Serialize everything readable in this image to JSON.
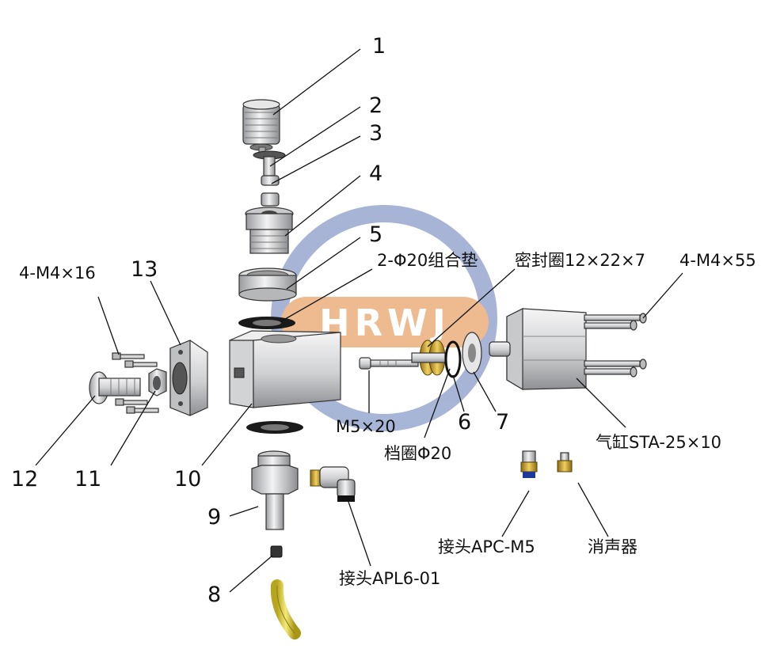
{
  "watermark": {
    "text": "HRWJ",
    "ring_color": "#8a9cc8",
    "band_color": "#e9a36a"
  },
  "part_numbers": {
    "n1": "1",
    "n2": "2",
    "n3": "3",
    "n4": "4",
    "n5": "5",
    "n6": "6",
    "n7": "7",
    "n8": "8",
    "n9": "9",
    "n10": "10",
    "n11": "11",
    "n12": "12",
    "n13": "13"
  },
  "labels": {
    "screws_left": "4-M4×16",
    "washer_combo": "2-Φ20组合垫",
    "seal_ring": "密封圈12×22×7",
    "screws_right": "4-M4×55",
    "screw_m5": "M5×20",
    "retaining_ring": "档圈Φ20",
    "cylinder": "气缸STA-25×10",
    "fitting_apc": "接头APC-M5",
    "muffler": "消声器",
    "fitting_apl": "接头APL6-01"
  },
  "colors": {
    "metal": "#d9dadb",
    "metal_dark": "#8e9093",
    "gasket": "#1a1a1a",
    "brass": "#c8a23a",
    "tube": "#e3d24a",
    "blue_ring": "#1d3a9a"
  }
}
